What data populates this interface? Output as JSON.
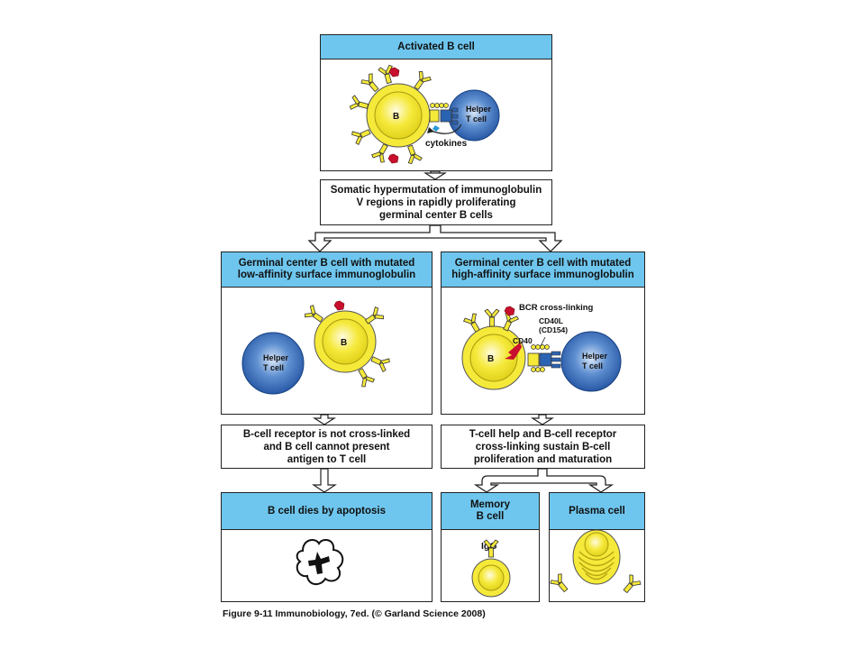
{
  "activated": {
    "title": "Activated B cell",
    "b_label": "B",
    "helper_label": "Helper\nT cell",
    "cytokines": "cytokines"
  },
  "hypermutation": "Somatic hypermutation of immunoglobulin\nV regions in rapidly proliferating\ngerminal center B cells",
  "low": {
    "title": "Germinal center B cell with mutated\nlow-affinity surface immunoglobulin",
    "b_label": "B",
    "helper_label": "Helper\nT cell"
  },
  "high": {
    "title": "Germinal center B cell with mutated\nhigh-affinity surface immunoglobulin",
    "b_label": "B",
    "helper_label": "Helper\nT cell",
    "bcr": "BCR cross-linking",
    "cd40l": "CD40L",
    "cd154": "(CD154)",
    "cd40": "CD40"
  },
  "not_crosslinked": "B-cell receptor is not cross-linked\nand B cell cannot present\nantigen to T cell",
  "t_help": "T-cell help and B-cell receptor\ncross-linking sustain B-cell\nproliferation and maturation",
  "apoptosis": {
    "title": "B cell dies by apoptosis"
  },
  "memory": {
    "title": "Memory\nB cell",
    "igg": "IgG"
  },
  "plasma": {
    "title": "Plasma cell"
  },
  "caption": "Figure 9-11  Immunobiology, 7ed. (© Garland Science 2008)",
  "colors": {
    "header": "#6ec6ee",
    "b_cell": "#f5e93a",
    "t_cell": "#1f5aa8",
    "antigen": "#c8102e"
  }
}
